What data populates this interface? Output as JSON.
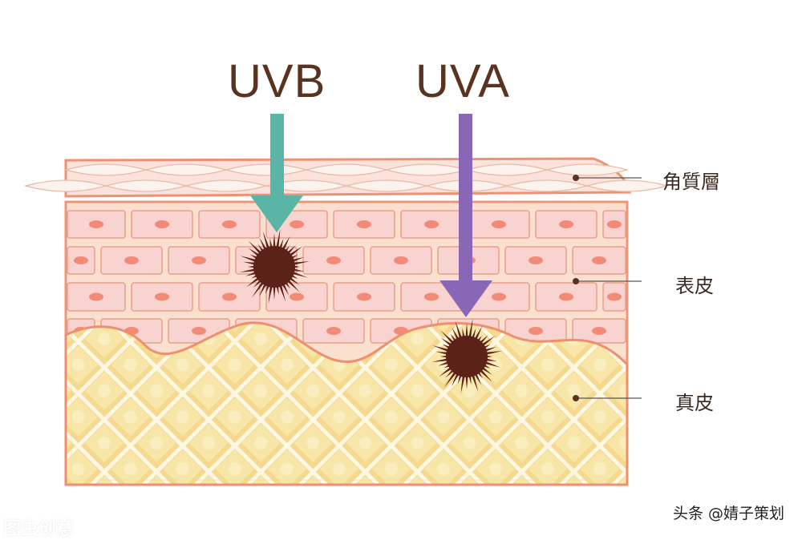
{
  "rays": [
    {
      "label": "UVB",
      "color": "#5bb5a6",
      "reaches": "epidermis"
    },
    {
      "label": "UVA",
      "color": "#8a67b6",
      "reaches": "dermis"
    }
  ],
  "layers": [
    {
      "label": "角質層"
    },
    {
      "label": "表皮"
    },
    {
      "label": "真皮"
    }
  ],
  "credit": "头条 @婧子策划",
  "watermark": "图虫创意",
  "colors": {
    "text": "#5a3320",
    "damage": "#5a2218",
    "cell": "#f9d3d0",
    "cell_border": "#e8957a",
    "epidermis": "#fbe0cf",
    "dermis": "#f6df9a"
  }
}
